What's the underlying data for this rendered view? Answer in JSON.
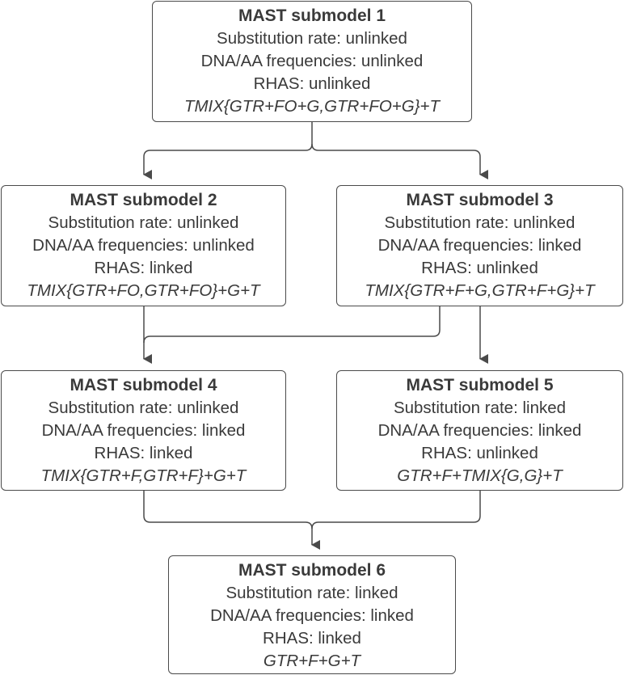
{
  "nodes": [
    {
      "title": "MAST submodel 1",
      "substitution": "Substitution rate: unlinked",
      "frequencies": "DNA/AA frequencies: unlinked",
      "rhas": "RHAS: unlinked",
      "model": "TMIX{GTR+FO+G,GTR+FO+G}+T"
    },
    {
      "title": "MAST submodel 2",
      "substitution": "Substitution rate: unlinked",
      "frequencies": "DNA/AA frequencies: unlinked",
      "rhas": "RHAS: linked",
      "model": "TMIX{GTR+FO,GTR+FO}+G+T"
    },
    {
      "title": "MAST submodel 3",
      "substitution": "Substitution rate: unlinked",
      "frequencies": "DNA/AA frequencies: linked",
      "rhas": "RHAS: unlinked",
      "model": "TMIX{GTR+F+G,GTR+F+G}+T"
    },
    {
      "title": "MAST submodel 4",
      "substitution": "Substitution rate: unlinked",
      "frequencies": "DNA/AA frequencies: linked",
      "rhas": "RHAS: linked",
      "model": "TMIX{GTR+F,GTR+F}+G+T"
    },
    {
      "title": "MAST submodel 5",
      "substitution": "Substitution rate: linked",
      "frequencies": "DNA/AA frequencies: linked",
      "rhas": "RHAS: unlinked",
      "model": "GTR+F+TMIX{G,G}+T"
    },
    {
      "title": "MAST submodel 6",
      "substitution": "Substitution rate: linked",
      "frequencies": "DNA/AA frequencies: linked",
      "rhas": "RHAS: linked",
      "model": "GTR+F+G+T"
    }
  ],
  "colors": {
    "stroke": "#4a4a4a",
    "text": "#3a3a3a",
    "background": "#ffffff"
  }
}
